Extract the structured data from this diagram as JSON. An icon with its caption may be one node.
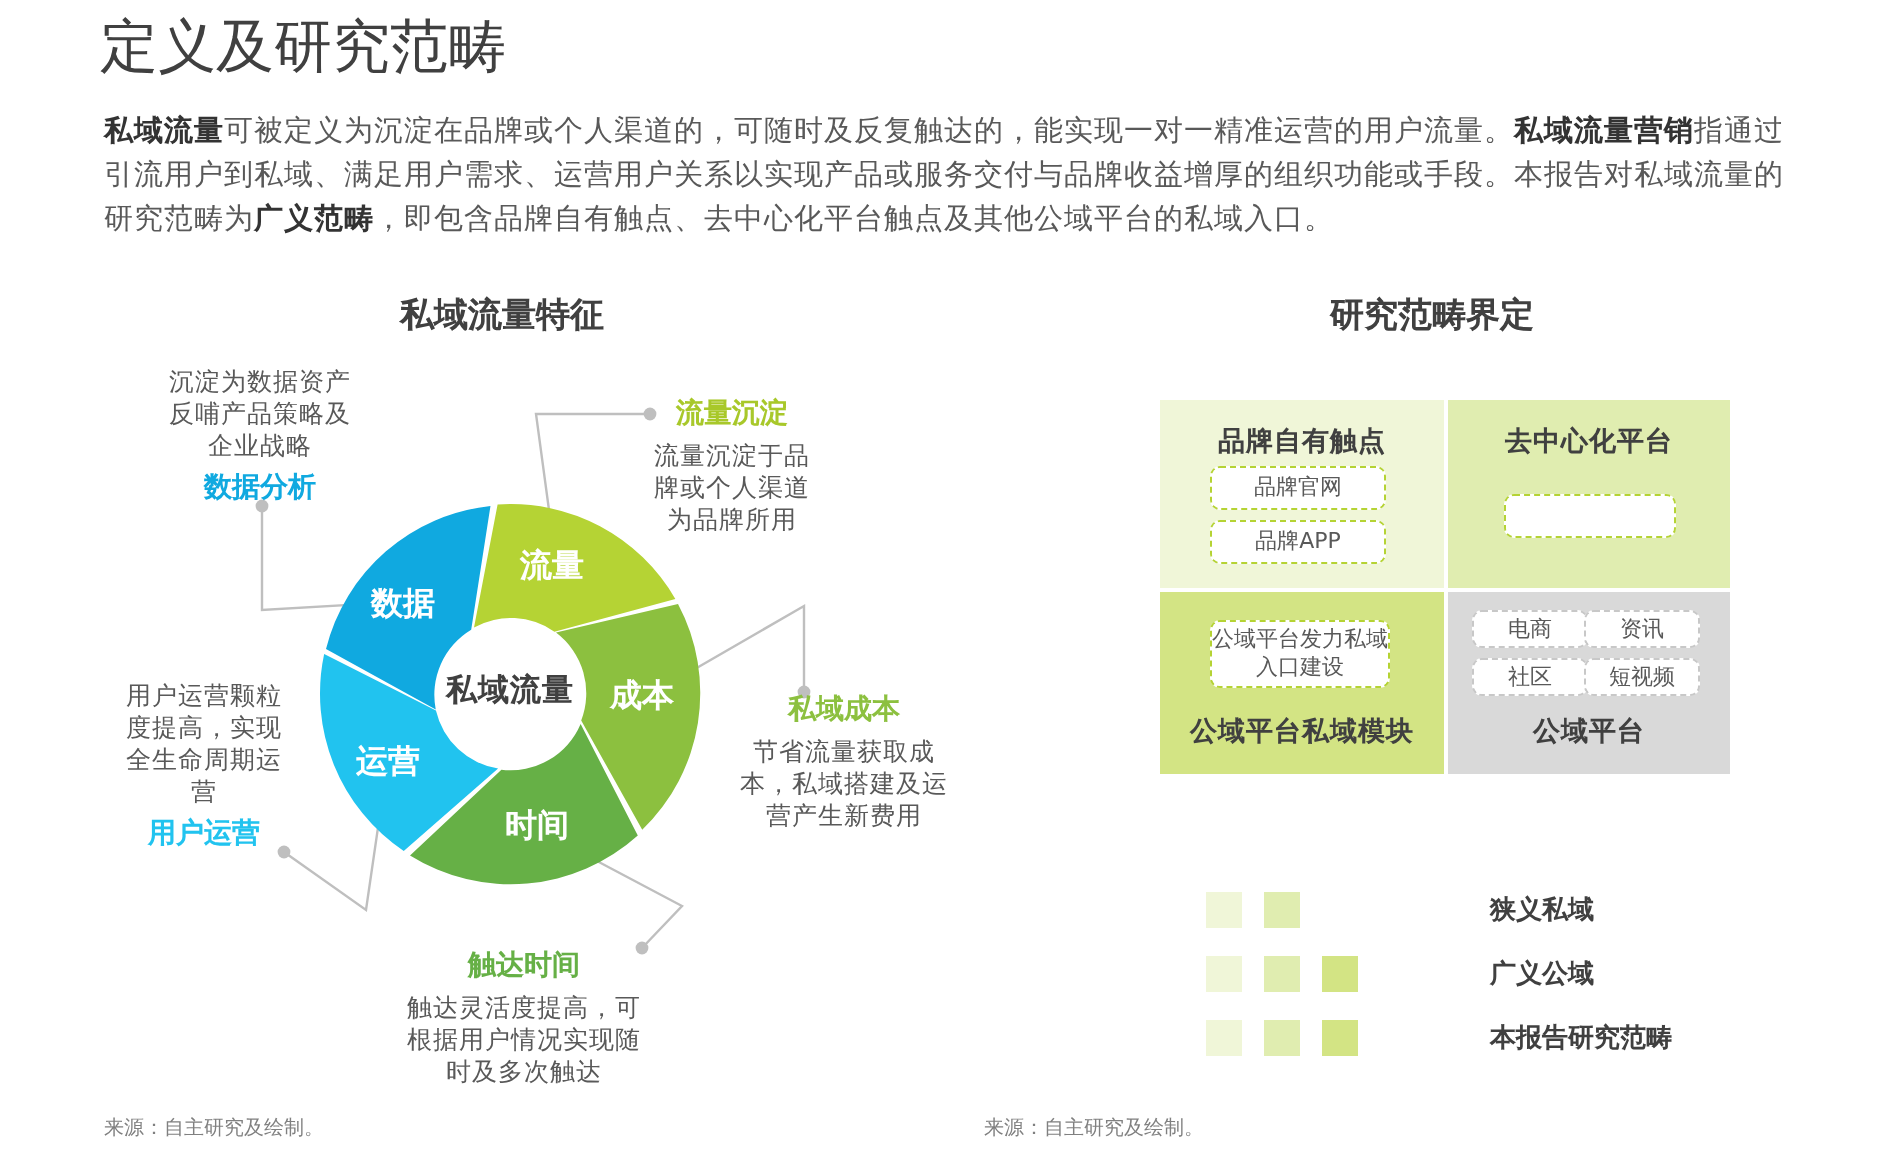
{
  "diagram": {
    "title": "定义及研究范畴",
    "nodes": [
      {
        "text": [
          "私域流量"
        ]
      },
      {
        "text": [
          "流量"
        ]
      },
      {
        "text": [
          "成本"
        ]
      },
      {
        "text": [
          "时间"
        ]
      },
      {
        "text": [
          "运营"
        ]
      },
      {
        "text": [
          "数据"
        ]
      },
      {
        "text": [
          "流量沉淀",
          "流量沉淀于品牌或个人渠道为品牌所用"
        ]
      },
      {
        "text": [
          "私域成本",
          "节省流量获取成本，私域搭建及运营产生新费用"
        ]
      },
      {
        "text": [
          "触达时间",
          "触达灵活度提高，可根据用户情况实现随时及多次触达"
        ]
      },
      {
        "text": [
          "用户运营颗粒度提高，实现全生命周期运营",
          "用户运营"
        ]
      },
      {
        "text": [
          "沉淀为数据资产反哺产品策略及企业战略",
          "数据分析"
        ]
      },
      {
        "text": [
          "品牌自有触点"
        ]
      },
      {
        "text": [
          "品牌官网"
        ],
        "in": 11
      },
      {
        "text": [
          "品牌APP"
        ],
        "in": 11
      },
      {
        "text": [
          "去中心化平台"
        ]
      },
      {
        "text": [],
        "shape": "box",
        "in": 14
      },
      {
        "text": [
          "公域平台私域模块"
        ]
      },
      {
        "text": [
          "公域平台发力私域入口建设"
        ],
        "in": 16
      },
      {
        "text": [
          "公域平台"
        ]
      },
      {
        "text": [
          "电商"
        ],
        "in": 18
      },
      {
        "text": [
          "资讯"
        ],
        "in": 18
      },
      {
        "text": [
          "社区"
        ],
        "in": 18
      },
      {
        "text": [
          "短视频"
        ],
        "in": 18
      }
    ],
    "edges": [
      {
        "from": 6,
        "to": 1,
        "arrow": "other"
      },
      {
        "from": 7,
        "to": 2,
        "arrow": "other"
      },
      {
        "from": 8,
        "to": 3,
        "arrow": "other"
      },
      {
        "from": 9,
        "to": 4,
        "arrow": "other"
      },
      {
        "from": 10,
        "to": 5,
        "arrow": "other"
      }
    ],
    "labels": [
      "**私域流量**可被定义为沉淀在品牌或个人渠道的，可随时及反复触达的，能实现一对一精准运营的用户流量。**私域流量营销**指通过引流用户到私域、满足用户需求、运营用户关系以实现产品或服务交付与品牌收益增厚的组织功能或手段。本报告对私域流量的研究范畴为**广义范畴**，即包含品牌自有触点、去中心化平台触点及其他公域平台的私域入口。",
      "私域流量特征",
      "研究范畴界定",
      "来源：自主研究及绘制。",
      "来源：自主研究及绘制。"
    ],
    "legend": [
      {
        "text": "狭义私域",
        "color": "#e0edb0"
      },
      {
        "text": "广义公域",
        "color": "#d3e484"
      },
      {
        "text": "本报告研究范畴",
        "color": "#d3e484"
      }
    ]
  }
}
